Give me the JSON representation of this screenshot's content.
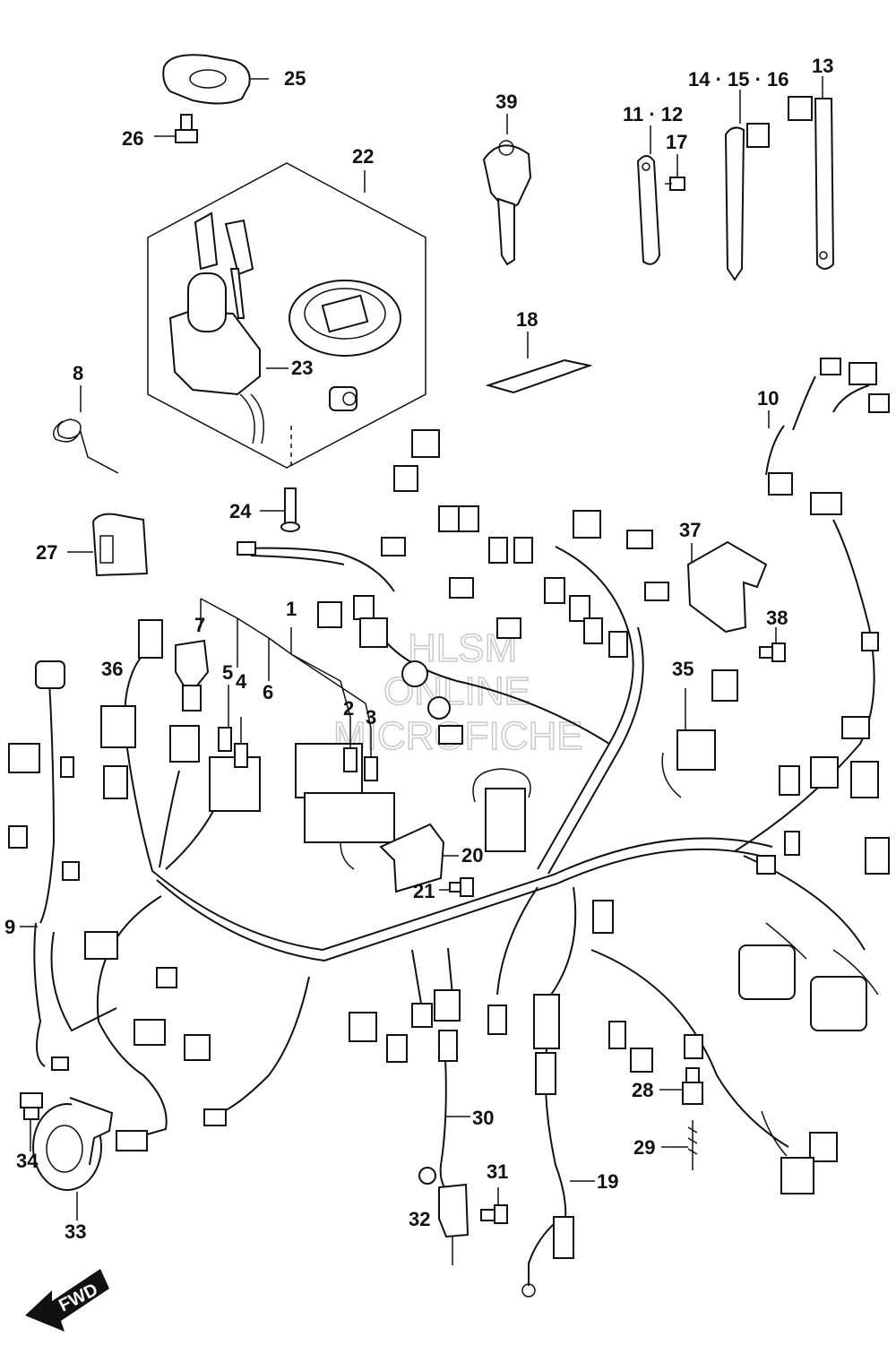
{
  "watermark": {
    "line1": "HLSM",
    "line2": "ONLINE",
    "line3": "MICROFICHE"
  },
  "direction_badge": {
    "label": "FWD"
  },
  "callouts": {
    "c1": "1",
    "c2": "2",
    "c3": "3",
    "c4": "4",
    "c5": "5",
    "c6": "6",
    "c7": "7",
    "c8": "8",
    "c9": "9",
    "c10": "10",
    "c11_12": "11 · 12",
    "c13": "13",
    "c14_15_16": "14 · 15 · 16",
    "c17": "17",
    "c18": "18",
    "c19": "19",
    "c20": "20",
    "c21": "21",
    "c22": "22",
    "c23": "23",
    "c24": "24",
    "c25": "25",
    "c26": "26",
    "c27": "27",
    "c28": "28",
    "c29": "29",
    "c30": "30",
    "c31": "31",
    "c32": "32",
    "c33": "33",
    "c34": "34",
    "c35": "35",
    "c36": "36",
    "c37": "37",
    "c38": "38",
    "c39": "39"
  }
}
